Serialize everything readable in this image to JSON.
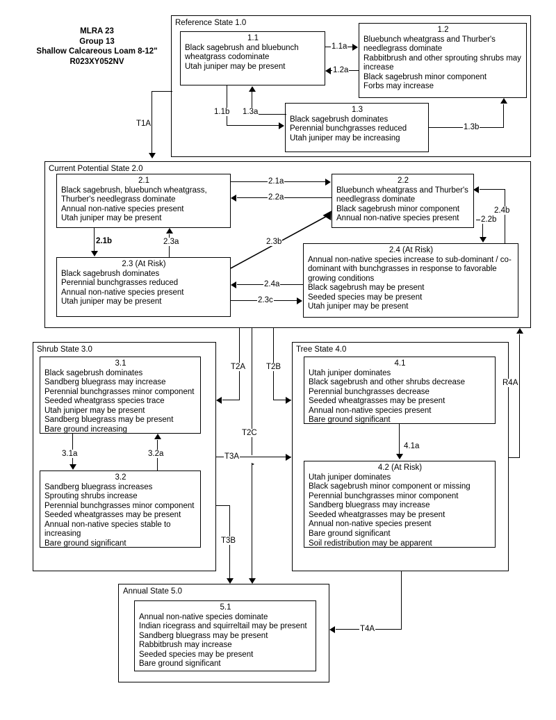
{
  "header": {
    "line1": "MLRA 23",
    "line2": "Group 13",
    "line3": "Shallow Calcareous Loam 8-12\"",
    "line4": "R023XY052NV"
  },
  "states": {
    "s1": {
      "label": "Reference State 1.0"
    },
    "s2": {
      "label": "Current Potential State 2.0"
    },
    "s3": {
      "label": "Shrub State 3.0"
    },
    "s4": {
      "label": "Tree State 4.0"
    },
    "s5": {
      "label": "Annual State 5.0"
    }
  },
  "phases": {
    "p11": {
      "title": "1.1",
      "lines": [
        "Black sagebrush and bluebunch",
        "wheatgrass codominate",
        "Utah juniper may be present"
      ]
    },
    "p12": {
      "title": "1.2",
      "lines": [
        "Bluebunch wheatgrass and Thurber's",
        "needlegrass dominate",
        "Rabbitbrush and other sprouting shrubs may",
        "increase",
        "Black sagebrush minor component",
        "Forbs may increase"
      ]
    },
    "p13": {
      "title": "1.3",
      "lines": [
        "Black sagebrush dominates",
        "Perennial bunchgrasses reduced",
        "Utah juniper may be increasing"
      ]
    },
    "p21": {
      "title": "2.1",
      "lines": [
        "Black sagebrush, bluebunch wheatgrass,",
        "Thurber's needlegrass dominate",
        "Annual non-native species present",
        "Utah juniper may be present"
      ]
    },
    "p22": {
      "title": "2.2",
      "lines": [
        "Bluebunch wheatgrass and Thurber's",
        "needlegrass dominate",
        "Black sagebrush minor component",
        "Annual non-native species present"
      ]
    },
    "p23": {
      "title": "2.3 (At Risk)",
      "lines": [
        "Black sagebrush dominates",
        "Perennial bunchgrasses reduced",
        "Annual non-native species present",
        "Utah juniper may be present"
      ]
    },
    "p24": {
      "title": "2.4 (At Risk)",
      "lines": [
        "Annual non-native species increase to sub-dominant / co-",
        "dominant with bunchgrasses in response to favorable",
        "growing conditions",
        "Black sagebrush may be present",
        "Seeded species may be present",
        "Utah juniper may be present"
      ]
    },
    "p31": {
      "title": "3.1",
      "lines": [
        "Black sagebrush dominates",
        "Sandberg bluegrass may increase",
        "Perennial bunchgrasses minor component",
        "Seeded wheatgrass species trace",
        "Utah juniper may be present",
        "Sandberg bluegrass may be present",
        "Bare ground increasing"
      ]
    },
    "p32": {
      "title": "3.2",
      "lines": [
        "Sandberg bluegrass increases",
        "Sprouting shrubs increase",
        "Perennial bunchgrasses minor component",
        "Seeded wheatgrasses may be present",
        "Annual non-native species stable to",
        "increasing",
        "Bare ground significant"
      ]
    },
    "p41": {
      "title": "4.1",
      "lines": [
        "Utah juniper dominates",
        "Black sagebrush and other shrubs decrease",
        "Perennial bunchgrasses decrease",
        "Seeded wheatgrasses may be present",
        "Annual non-native species present",
        "Bare ground significant"
      ]
    },
    "p42": {
      "title": "4.2 (At Risk)",
      "lines": [
        "Utah juniper dominates",
        "Black sagebrush minor component or missing",
        "Perennial bunchgrasses minor component",
        "Sandberg bluegrass may increase",
        "Seeded wheatgrasses may be present",
        "Annual non-native species present",
        "Bare ground significant",
        "Soil redistribution may be apparent"
      ]
    },
    "p51": {
      "title": "5.1",
      "lines": [
        "Annual non-native species dominate",
        "Indian ricegrass and squirreltail may be present",
        "Sandberg bluegrass may be present",
        "Rabbitbrush may increase",
        "Seeded species may be present",
        "Bare ground significant"
      ]
    }
  },
  "transitions": {
    "t11a": "1.1a",
    "t12a": "1.2a",
    "t11b": "1.1b",
    "t13a": "1.3a",
    "t13b": "1.3b",
    "t21a": "2.1a",
    "t22a": "2.2a",
    "t21b": "2.1b",
    "t23a": "2.3a",
    "t23b": "2.3b",
    "t23c": "2.3c",
    "t24a": "2.4a",
    "t22b": "2.2b",
    "t24b": "2.4b",
    "t31a": "3.1a",
    "t32a": "3.2a",
    "t41a": "4.1a",
    "T1A": "T1A",
    "T2A": "T2A",
    "T2B": "T2B",
    "T2C": "T2C",
    "T3A": "T3A",
    "T3B": "T3B",
    "T4A": "T4A",
    "R4A": "R4A"
  },
  "colors": {
    "line": "#000000",
    "background": "#ffffff"
  }
}
